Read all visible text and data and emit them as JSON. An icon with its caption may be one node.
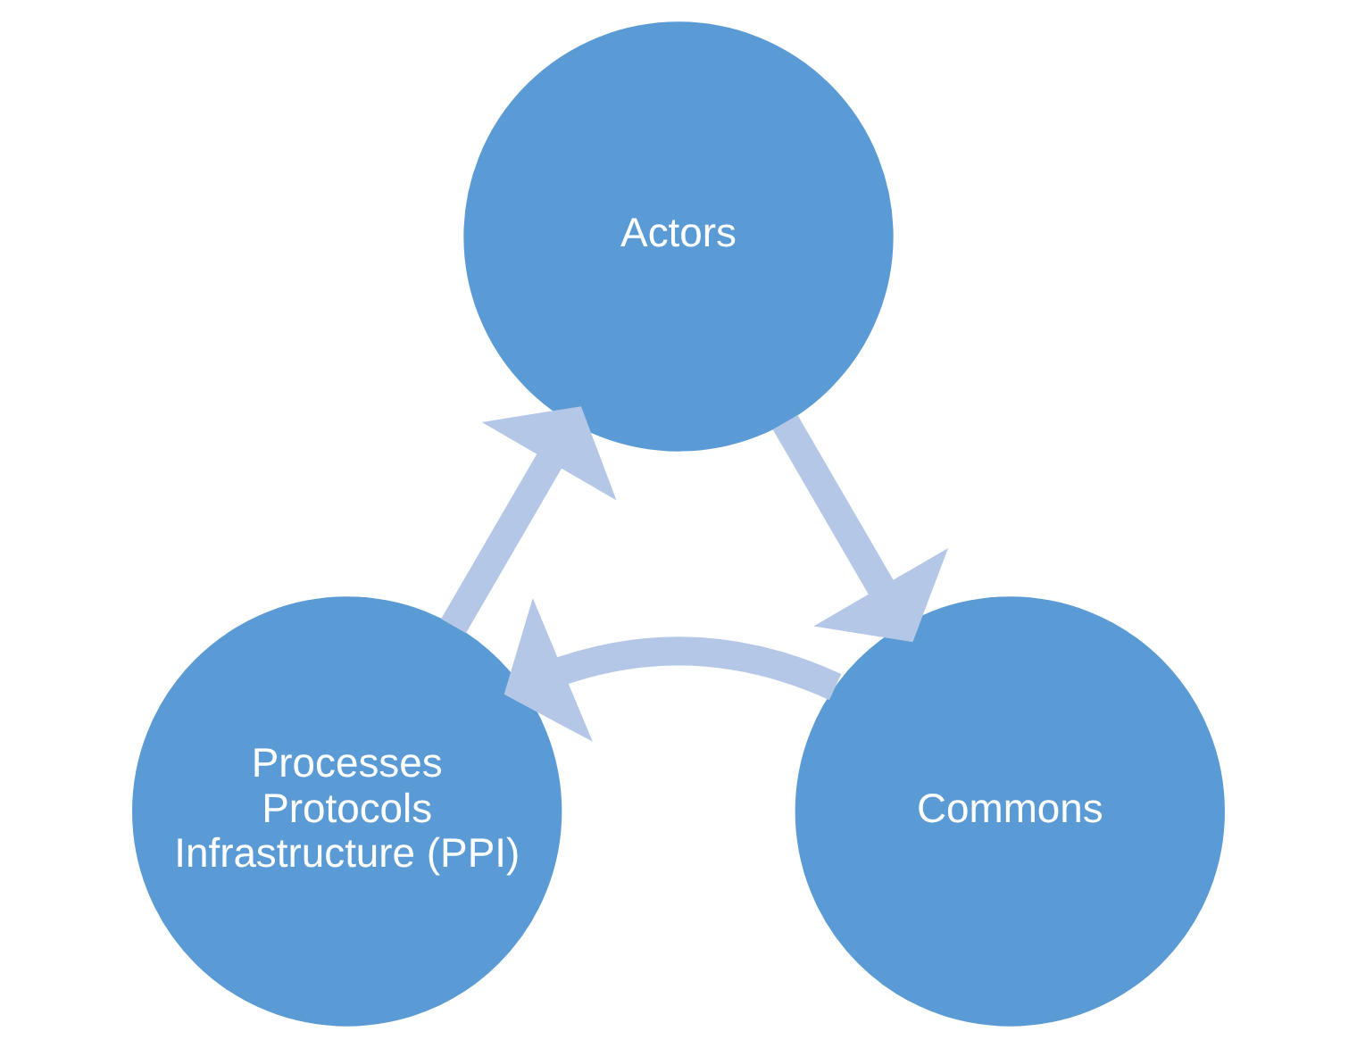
{
  "diagram": {
    "nodes": [
      {
        "text": [
          "Actors"
        ]
      },
      {
        "text": [
          "Commons"
        ]
      },
      {
        "text": [
          "Processes",
          "Protocols",
          "Infrastructure (PPI)"
        ]
      }
    ],
    "edges": [
      {
        "from": 0,
        "to": 1,
        "arrow": "to"
      },
      {
        "from": 1,
        "to": 2,
        "arrow": "to"
      },
      {
        "from": 2,
        "to": 0,
        "arrow": "to"
      }
    ]
  }
}
